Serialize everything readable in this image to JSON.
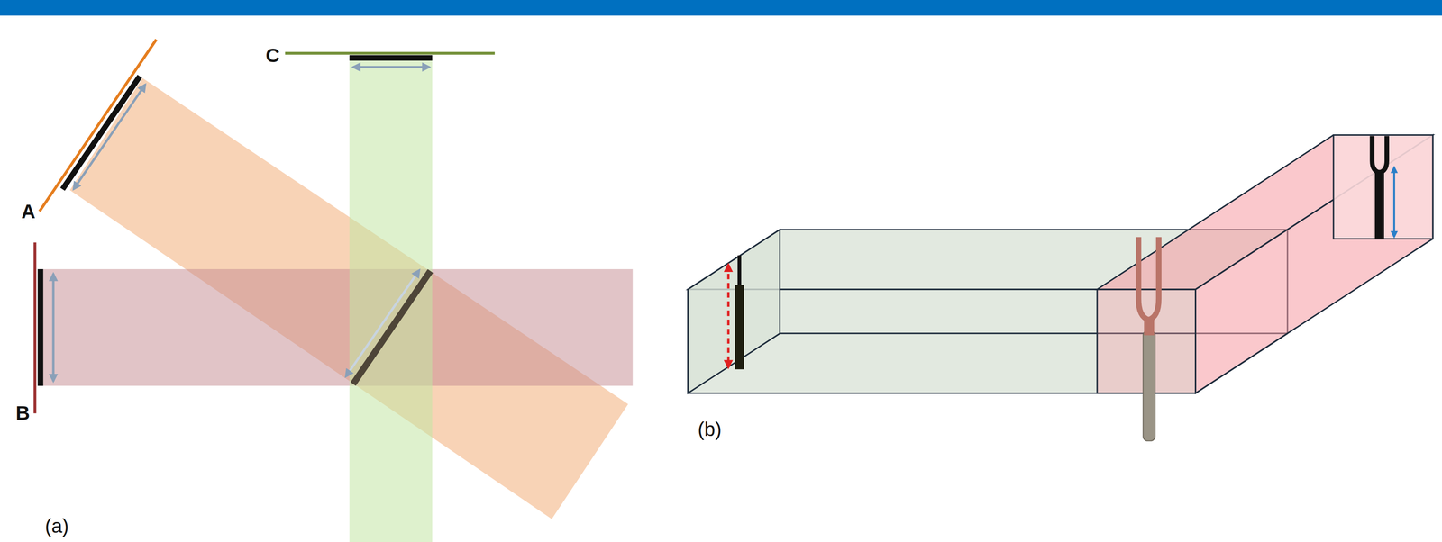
{
  "diagram": {
    "labels": [
      "A",
      "B",
      "C",
      "(a)",
      "(b)"
    ]
  }
}
